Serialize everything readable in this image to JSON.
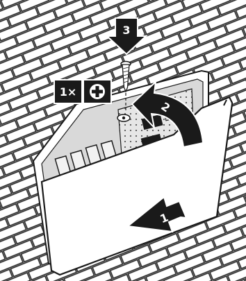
{
  "figure": {
    "kind": "installation-illustration",
    "wall": "brick",
    "tool_badge": {
      "quantity": "1×",
      "tool_icon": "phillips-screwdriver"
    },
    "steps": [
      {
        "number": "1",
        "arrow": "push-housing-onto-mount"
      },
      {
        "number": "2",
        "arrow": "rotate-cover-closed"
      },
      {
        "number": "3",
        "arrow": "insert-screw-downward"
      }
    ]
  },
  "colors": {
    "wall": "#ffffff",
    "mortar": "#222222",
    "housing": "#ffffff",
    "outline": "#1a1a1a",
    "arrow": "#1a1a1a",
    "label_text": "#ffffff",
    "interior": "#d9d9d9"
  }
}
